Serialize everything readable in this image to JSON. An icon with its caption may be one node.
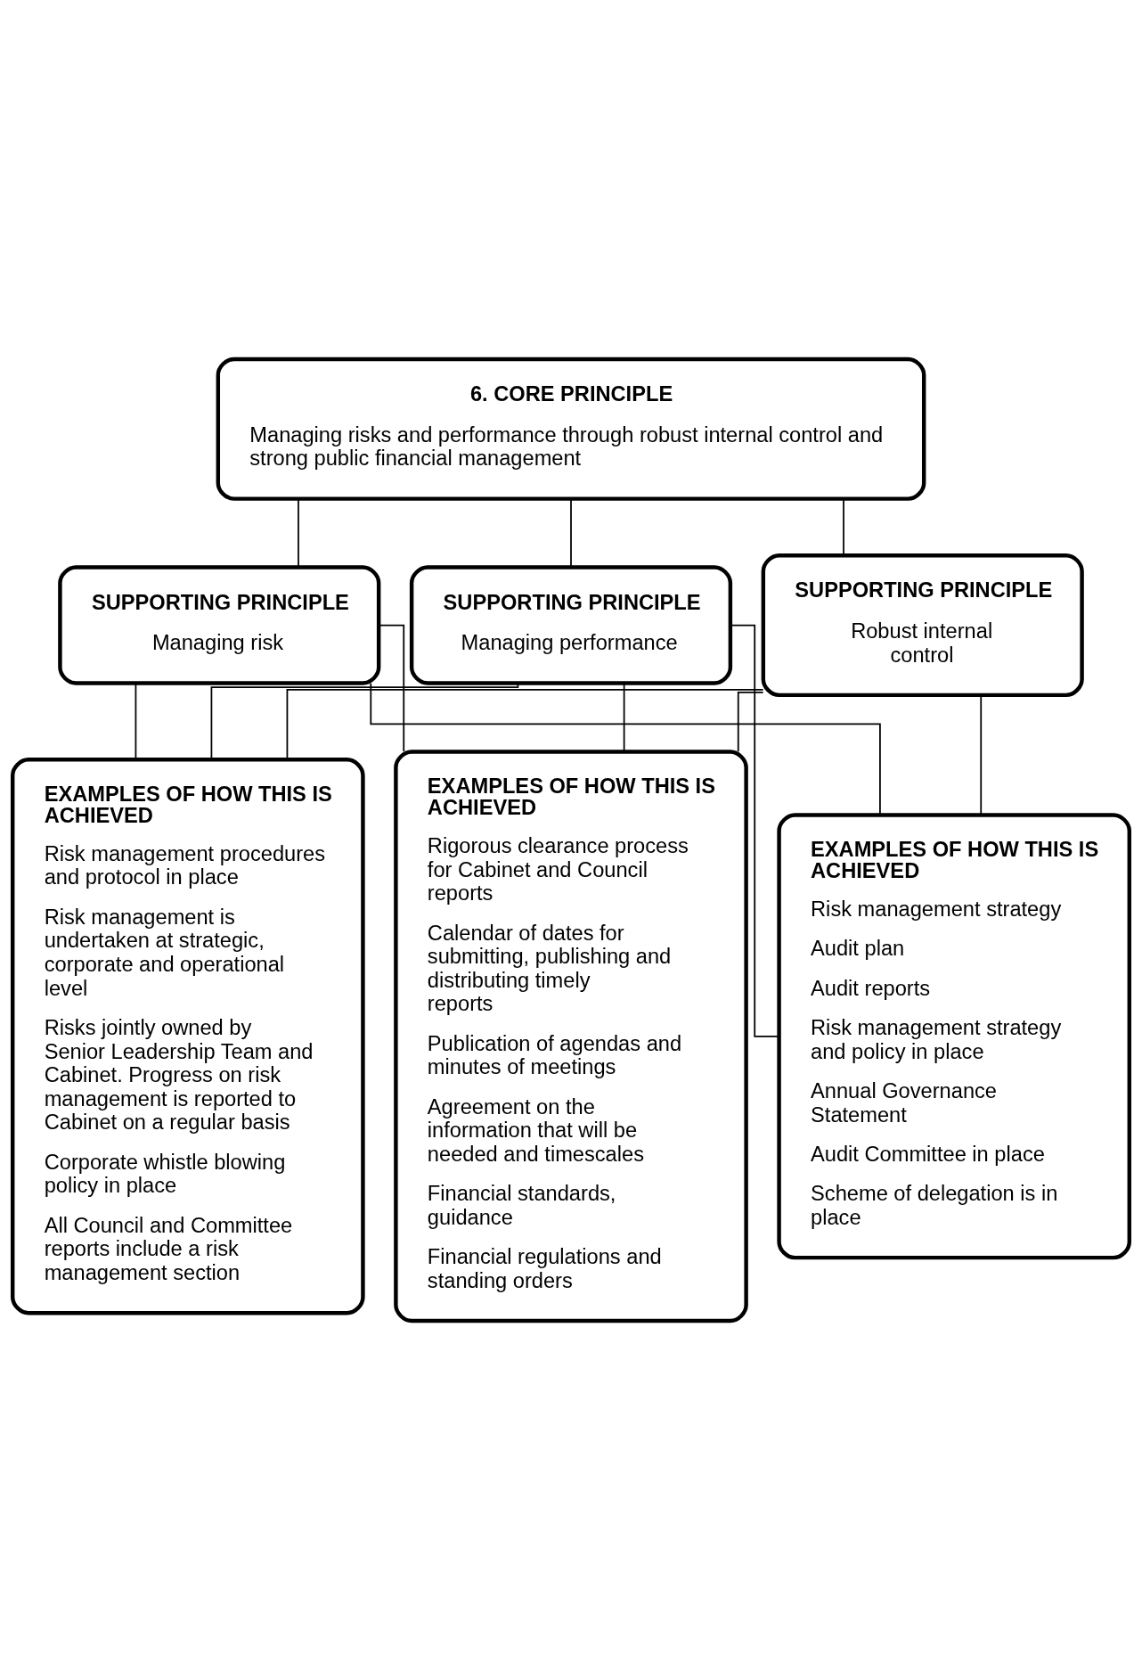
{
  "diagram": {
    "nodes": [
      {
        "text": [
          "6. CORE PRINCIPLE",
          "Managing risks and performance through robust internal control and strong public financial management"
        ]
      },
      {
        "text": [
          "SUPPORTING PRINCIPLE",
          "Managing risk"
        ]
      },
      {
        "text": [
          "SUPPORTING PRINCIPLE",
          "Managing performance"
        ]
      },
      {
        "text": [
          "SUPPORTING PRINCIPLE",
          "Robust internal control"
        ]
      },
      {
        "text": [
          "EXAMPLES OF HOW THIS IS ACHIEVED",
          "Risk management procedures and protocol in place",
          "Risk management is undertaken at strategic, corporate and operational level",
          "Risks jointly owned by Senior Leadership Team and Cabinet. Progress on risk management is reported to Cabinet on a regular basis",
          "Corporate whistle blowing policy in place",
          "All Council and Committee reports include a risk management section"
        ]
      },
      {
        "text": [
          "EXAMPLES OF HOW THIS IS ACHIEVED",
          "Rigorous clearance process for Cabinet and Council reports",
          "Calendar of dates for submitting, publishing and distributing timely reports",
          "Publication of agendas and minutes of meetings",
          "Agreement on the information that will be needed and timescales",
          "Financial standards, guidance",
          "Financial regulations and standing orders"
        ]
      },
      {
        "text": [
          "EXAMPLES OF HOW THIS IS ACHIEVED",
          "Risk management strategy",
          "Audit plan",
          "Audit reports",
          "Risk management strategy and policy in place",
          "Annual Governance Statement",
          "Audit Committee in place",
          "Scheme of delegation is in place"
        ]
      }
    ],
    "edges": [
      {
        "from": 0,
        "to": 1,
        "arrow": "none"
      },
      {
        "from": 0,
        "to": 2,
        "arrow": "none"
      },
      {
        "from": 0,
        "to": 3,
        "arrow": "none"
      },
      {
        "from": 1,
        "to": 4,
        "arrow": "none"
      },
      {
        "from": 1,
        "to": 5,
        "arrow": "none"
      },
      {
        "from": 1,
        "to": 6,
        "arrow": "none"
      },
      {
        "from": 2,
        "to": 4,
        "arrow": "none"
      },
      {
        "from": 2,
        "to": 5,
        "arrow": "none"
      },
      {
        "from": 2,
        "to": 6,
        "arrow": "none"
      },
      {
        "from": 3,
        "to": 4,
        "arrow": "none"
      },
      {
        "from": 3,
        "to": 5,
        "arrow": "none"
      },
      {
        "from": 3,
        "to": 6,
        "arrow": "none"
      }
    ]
  }
}
